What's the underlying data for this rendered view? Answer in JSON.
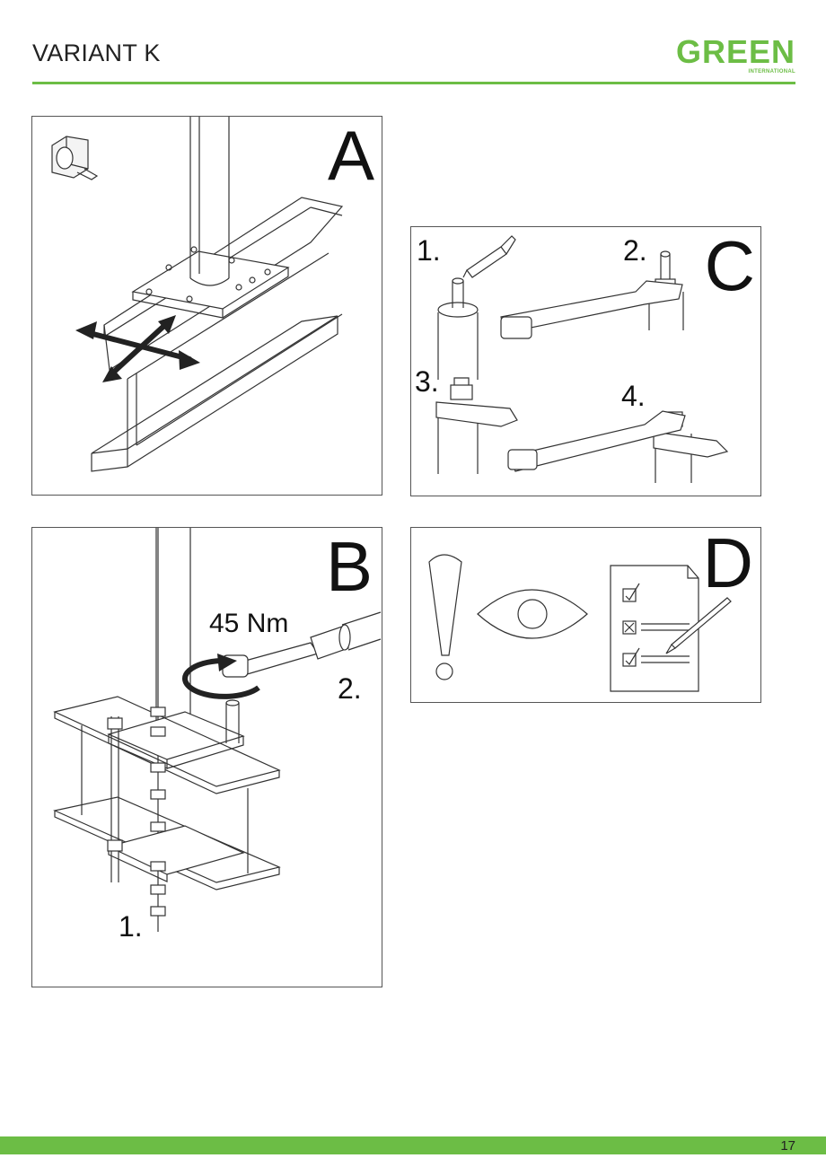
{
  "header": {
    "title": "VARIANT K"
  },
  "logo": {
    "main": "GREEN",
    "sub": "INTERNATIONAL"
  },
  "colors": {
    "accent": "#6cbd45",
    "line": "#333333"
  },
  "panels": {
    "a": {
      "letter": "A",
      "icons": [
        "tape-measure-icon",
        "adjust-arrows-icon"
      ]
    },
    "b": {
      "letter": "B",
      "torque": "45 Nm",
      "step1": "1.",
      "step2": "2."
    },
    "c": {
      "letter": "C",
      "steps": [
        "1.",
        "2.",
        "3.",
        "4."
      ]
    },
    "d": {
      "letter": "D",
      "icons": [
        "warning-icon",
        "eye-icon",
        "checklist-icon"
      ]
    }
  },
  "footer": {
    "page_number": "17"
  }
}
